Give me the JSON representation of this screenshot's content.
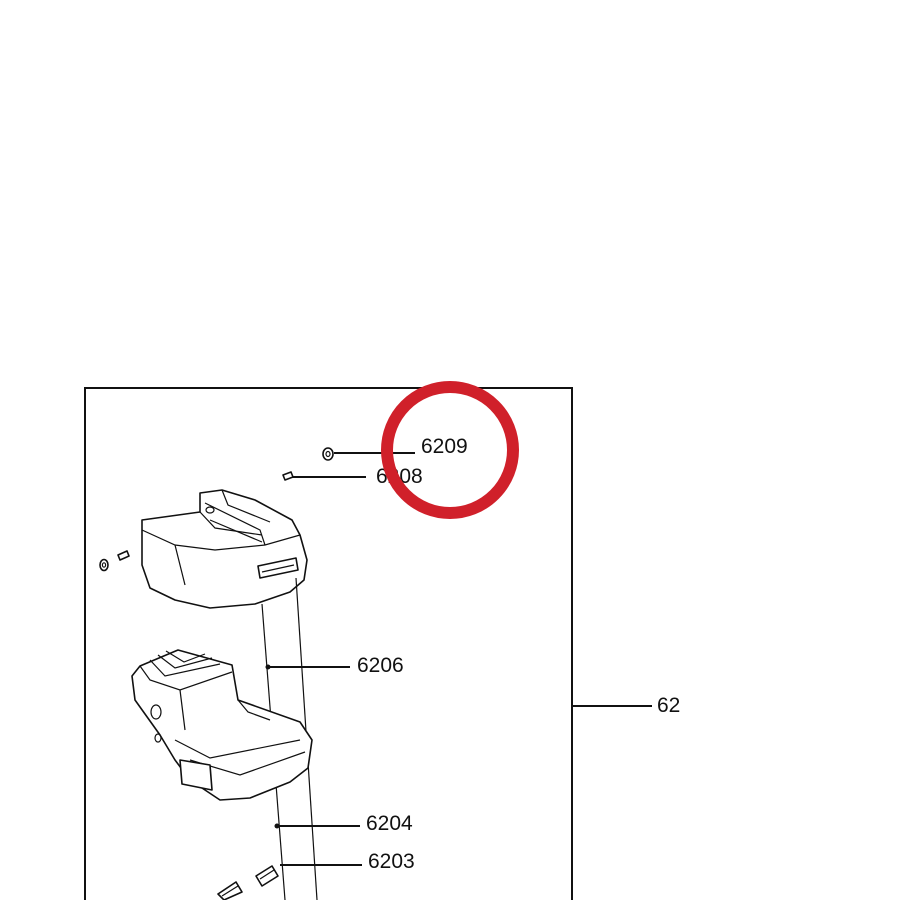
{
  "diagram": {
    "part_labels": {
      "p6209": "6209",
      "p6208": "6208",
      "p6206": "6206",
      "p62": "62",
      "p6204": "6204",
      "p6203": "6203"
    },
    "highlight_color": "#d0202a",
    "line_color": "#111111"
  }
}
